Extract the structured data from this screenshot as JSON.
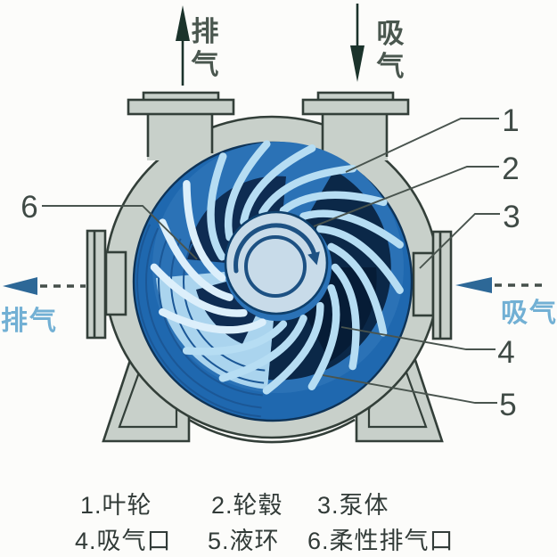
{
  "diagram_title": "liquid-ring-vacuum-pump-cross-section",
  "flow": {
    "top_exhaust": {
      "c1": "排",
      "c2": "气"
    },
    "top_suction": {
      "c1": "吸",
      "c2": "气"
    },
    "left_exhaust": "排气",
    "right_suction": "吸气"
  },
  "callouts": [
    "1",
    "2",
    "3",
    "4",
    "5",
    "6"
  ],
  "legend": {
    "items": [
      "1.叶轮",
      "2.轮毂",
      "3.泵体",
      "4.吸气口",
      "5.液环",
      "6.柔性排气口"
    ]
  },
  "palette": {
    "casing": "#c8d0ca",
    "outline": "#333f39",
    "liquid_ring_blue": "#1f68af",
    "impeller_blue": "#2b72b6",
    "port_dark_navy": "#0b2848",
    "blade_light_blue": "#b6ddf3",
    "hub_fill": "#c8dbe9",
    "side_label_blue": "#72b0d4",
    "arrow_dark": "#1b332b"
  }
}
